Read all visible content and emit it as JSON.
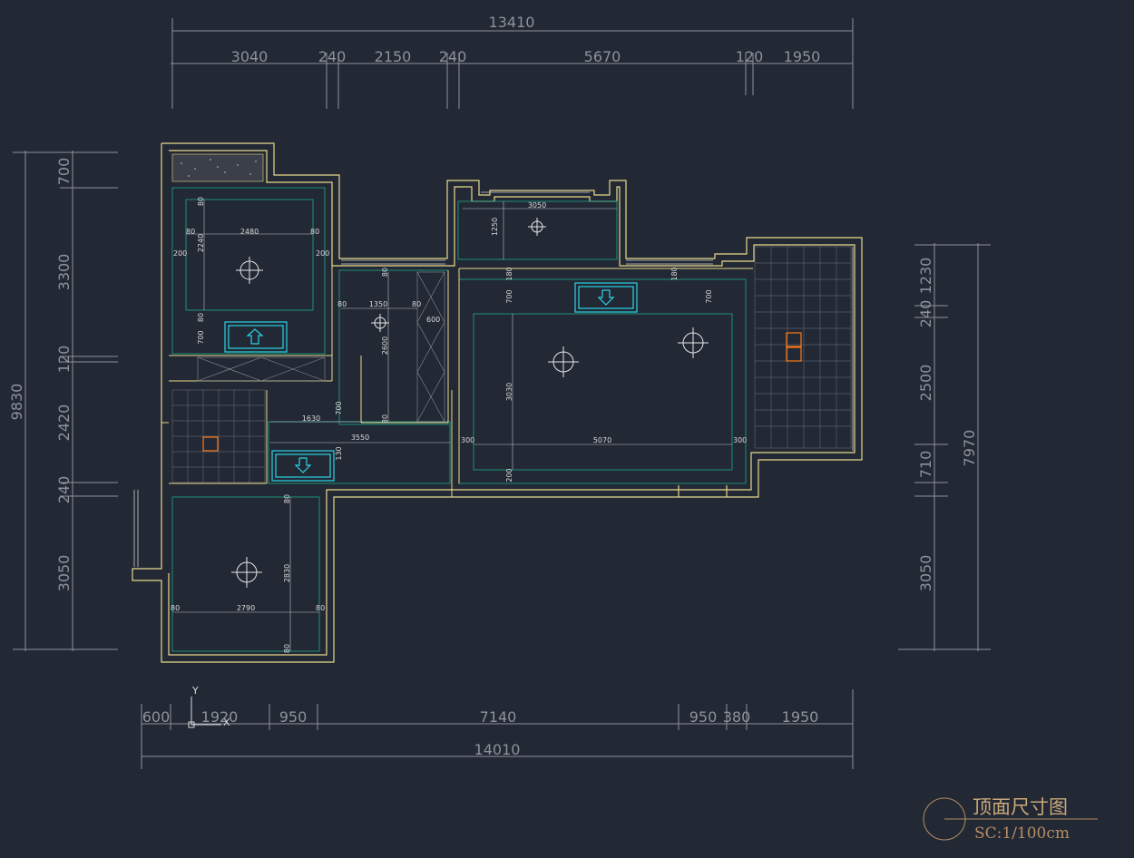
{
  "drawing": {
    "title": "顶面尺寸图",
    "scale": "SC:1/100cm"
  },
  "top_dims": {
    "overall": "13410",
    "segments": [
      "3040",
      "240",
      "2150",
      "240",
      "5670",
      "120",
      "1950"
    ]
  },
  "bottom_dims": {
    "overall": "14010",
    "segments": [
      "600",
      "1920",
      "950",
      "7140",
      "950",
      "380",
      "1950"
    ]
  },
  "left_dims": {
    "overall": "9830",
    "segments": [
      "700",
      "3300",
      "120",
      "2420",
      "240",
      "3050"
    ]
  },
  "right_dims": {
    "overall": "7970",
    "segments": [
      "1230",
      "240",
      "2500",
      "710",
      "3050"
    ]
  },
  "room_dims": {
    "r1": [
      "2480",
      "2240",
      "80",
      "80",
      "200",
      "200",
      "80",
      "80",
      "700"
    ],
    "r2": [
      "1350",
      "2600",
      "80",
      "80",
      "80",
      "80",
      "600"
    ],
    "r3": [
      "3050",
      "1250"
    ],
    "r4": [
      "5070",
      "3030",
      "700",
      "700",
      "180",
      "180",
      "300",
      "300",
      "200"
    ],
    "r5": [
      "1630",
      "700",
      "3550",
      "130"
    ],
    "r6": [
      "2790",
      "2830",
      "80",
      "80",
      "80",
      "80"
    ]
  },
  "axis": {
    "y": "Y",
    "x": "X"
  },
  "colors": {
    "background": "#222834",
    "wall": "#e8d98a",
    "ceiling_line": "#1f8f7a",
    "dimension": "#8d929b",
    "device": "#2ad4e6",
    "accent": "#ff7a18"
  }
}
